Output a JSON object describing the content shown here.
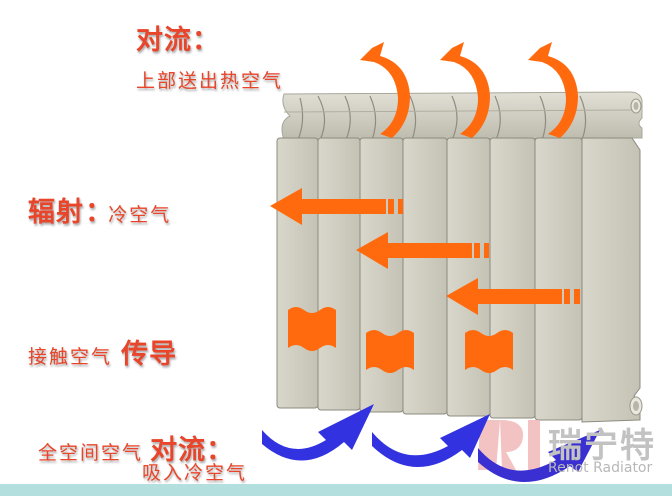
{
  "diagram": {
    "subject": "Radiator heat transfer modes",
    "colors": {
      "label_red": "#e8452a",
      "arrow_orange": "#ff6a0e",
      "arrow_blue": "#3232e0",
      "radiator_body": "#cfcdc0",
      "bottom_bar": "#b3e0de",
      "watermark_pink": "#f2b8b8",
      "watermark_gray": "#b8b8b8"
    },
    "labels": {
      "convection_top_title": "对流：",
      "convection_top_desc": "上部送出热空气",
      "radiation_title": "辐射",
      "radiation_colon": "：",
      "radiation_desc": "冷空气",
      "conduction_desc": "接触空气",
      "conduction_title": "传导",
      "convection_bottom_desc": "全空间空气",
      "convection_bottom_title": "对流：",
      "convection_bottom_sub": "吸入冷空气"
    },
    "radiator": {
      "sections": 8
    },
    "arrows": {
      "hot_air_up": {
        "count": 3,
        "color": "orange",
        "direction": "up-curl"
      },
      "radiation_left": {
        "count": 3,
        "color": "orange",
        "direction": "left"
      },
      "conduction_blocks": {
        "count": 3,
        "color": "orange"
      },
      "cold_air_in": {
        "count": 3,
        "color": "blue",
        "direction": "up-curve"
      }
    },
    "watermark": {
      "logo": "RI",
      "brand_cn": "瑞宁特",
      "brand_en": "Renot Radiator"
    }
  }
}
